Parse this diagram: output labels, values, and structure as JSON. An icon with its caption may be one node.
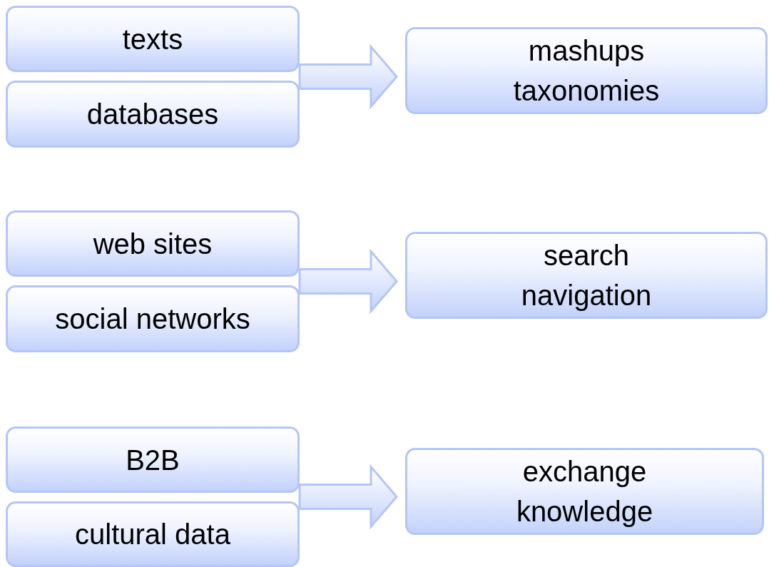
{
  "diagram": {
    "nodes": [
      {
        "text": [
          "texts"
        ]
      },
      {
        "text": [
          "databases"
        ]
      },
      {
        "text": [
          "mashups",
          "taxonomies"
        ]
      },
      {
        "text": [
          "web sites"
        ]
      },
      {
        "text": [
          "social networks"
        ]
      },
      {
        "text": [
          "search",
          "navigation"
        ]
      },
      {
        "text": [
          "B2B"
        ]
      },
      {
        "text": [
          "cultural data"
        ]
      },
      {
        "text": [
          "exchange",
          "knowledge"
        ]
      }
    ],
    "edges": [
      {
        "from": 0,
        "to": 2,
        "arrow": "to"
      },
      {
        "from": 1,
        "to": 2,
        "arrow": "to"
      },
      {
        "from": 3,
        "to": 5,
        "arrow": "to"
      },
      {
        "from": 4,
        "to": 5,
        "arrow": "to"
      },
      {
        "from": 6,
        "to": 8,
        "arrow": "to"
      },
      {
        "from": 7,
        "to": 8,
        "arrow": "to"
      }
    ]
  }
}
